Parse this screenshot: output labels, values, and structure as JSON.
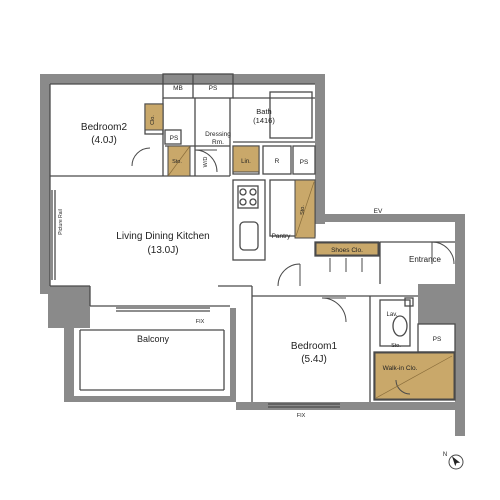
{
  "colors": {
    "wall": "#8a8a8a",
    "wall_dark": "#6f6f6f",
    "storage": "#c9a86a",
    "line": "#4a4a4a",
    "balcony_deck": "#ffffff"
  },
  "rooms": {
    "bedroom2": {
      "name": "Bedroom2",
      "size": "(4.0J)"
    },
    "ldk": {
      "name": "Living Dining Kitchen",
      "size": "(13.0J)"
    },
    "bedroom1": {
      "name": "Bedroom1",
      "size": "(5.4J)"
    },
    "balcony": {
      "name": "Balcony"
    },
    "bath": {
      "name": "Bath",
      "size": "(1416)"
    },
    "dressing": {
      "name": "Dressing",
      "sub": "Rm."
    },
    "entrance": {
      "name": "Entrance"
    }
  },
  "labels": {
    "mb": "MB",
    "ps_top": "PS",
    "ps_bath": "PS",
    "ps_right": "PS",
    "ps_mid": "PS",
    "clo_b2": "Clo.",
    "sto_b2": "Sto.",
    "wd": "W/D",
    "lin": "Lin.",
    "r": "R",
    "sto_kitchen": "Sto.",
    "pantry": "Pantry",
    "shoes": "Shoes Clo.",
    "ev": "EV",
    "lav": "Lav.",
    "sto_small": "Sto.",
    "walkin": "Walk-in Clo.",
    "picture_rail": "Picture Rail",
    "fix_balcony": "FIX",
    "fix_bottom": "FIX",
    "compass_n": "N"
  }
}
